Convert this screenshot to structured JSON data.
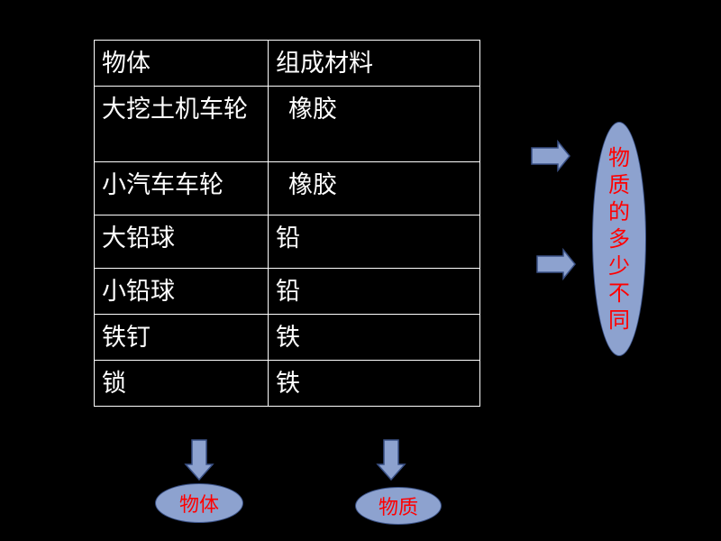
{
  "table": {
    "header": [
      "物体",
      "组成材料"
    ],
    "rows": [
      [
        "大挖土机车轮",
        "橡胶"
      ],
      [
        "小汽车车轮",
        "橡胶"
      ],
      [
        "大铅球",
        "铅"
      ],
      [
        "小铅球",
        "铅"
      ],
      [
        "铁钉",
        "铁"
      ],
      [
        "锁",
        "铁"
      ]
    ]
  },
  "labels": {
    "quantity": "物质的多少不同",
    "object": "物体",
    "substance": "物质"
  },
  "colors": {
    "background": "#000000",
    "text": "#ffffff",
    "shape_fill": "#8da2cf",
    "shape_border": "#3a5186",
    "label_text": "#ff0000"
  },
  "icons": [
    "right-arrow-icon",
    "right-arrow-icon",
    "down-arrow-icon",
    "down-arrow-icon"
  ]
}
